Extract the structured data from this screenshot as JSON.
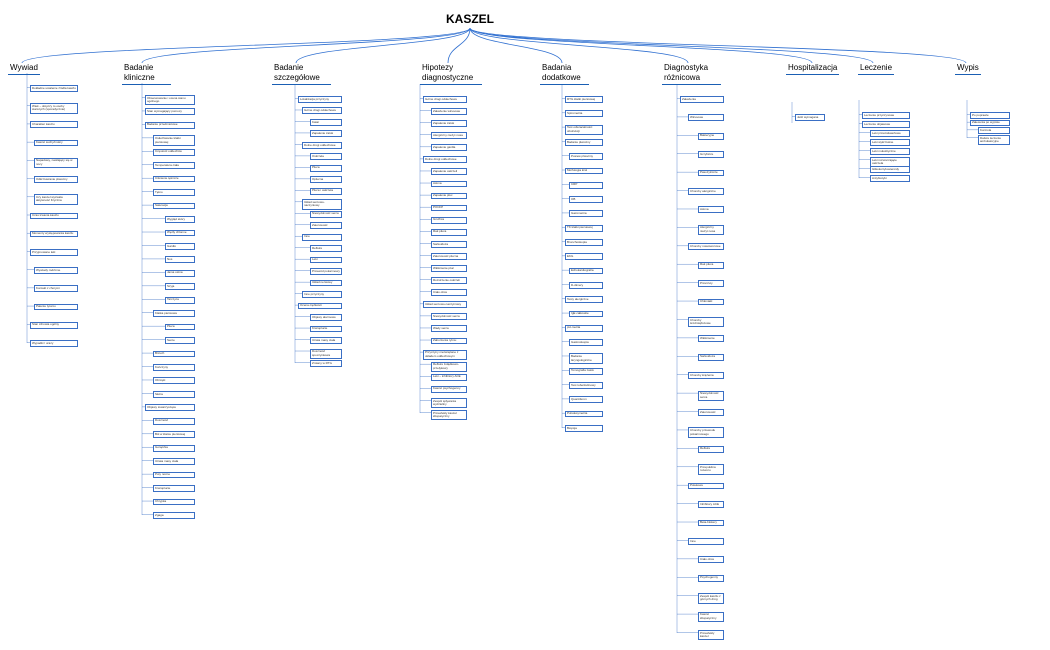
{
  "root": {
    "title": "KASZEL"
  },
  "categories": [
    {
      "label": "Wywiad"
    },
    {
      "label": "Badanie kliniczne"
    },
    {
      "label": "Badanie szczegółowe"
    },
    {
      "label": "Hipotezy diagnostyczne"
    },
    {
      "label": "Badania dodatkowe"
    },
    {
      "label": "Diagnostyka różnicowa"
    },
    {
      "label": "Hospitalizacja"
    },
    {
      "label": "Leczenie"
    },
    {
      "label": "Wypis"
    }
  ],
  "nodes": {
    "wyw": [
      "Dokładne ustalenie źródła kaszlu",
      "Wiek – dotyczy to osoby starszych (sporadycznie)",
      "Charakter kaszlu",
      "Kaszel suchy/mokry",
      "Napadowy, nasilający się w nocy",
      "Odkrztuszanie plwociny",
      "Czy kaszel wyzwala aktywność fizyczna",
      "Czas trwania kaszlu",
      "Momenty występowania kaszlu",
      "Przyjmowane leki",
      "Wywiady rodzinne",
      "Kontakt z chorymi",
      "Palenie tytoniu",
      "Stan zdrowia ogólny",
      "Wypadki / urazy"
    ],
    "kli": [
      "Obserwowanie i ocena stanu ogólnego",
      "Stan wymagający pomocy",
      "Badanie przedmiotowe",
      "Osłuchiwanie klatki piersiowej",
      "Częstość oddechów",
      "Temperatura ciała",
      "Ciśnienie tętnicze",
      "Tętno",
      "Saturacja",
      "Wygląd skóry",
      "Węzły chłonne",
      "Gardło",
      "Nos",
      "Jama ustna",
      "Szyja",
      "Tarczyca",
      "Klatka piersiowa",
      "Płuca",
      "Serce",
      "Brzuch",
      "Kończyny",
      "Obrzęki",
      "Skóra",
      "Objawy towarzyszące",
      "Duszność",
      "Ból w klatce piersiowej",
      "Gorączka",
      "Utrata masy ciała",
      "Poty nocne",
      "Krwioplucie",
      "Chrypka",
      "Zgaga"
    ],
    "szc": [
      "Lokalizacja przyczyny",
      "Górne drogi oddechowe",
      "Katar",
      "Zapalenie zatok",
      "Dolne drogi oddechowe",
      "Oskrzela",
      "Płuca",
      "Opłucna",
      "Płuca i oskrzela",
      "Układ sercowo-naczyniowy",
      "Niewydolność serca",
      "Zatorowość",
      "Inne",
      "Refluks",
      "Leki",
      "Przewód pokarmowy",
      "Układ nerwowy",
      "Inne przyczyny",
      "Ocena ciężkości",
      "Objawy alarmowe",
      "Krwioplucie",
      "Utrata masy ciała",
      "Duszność spoczynkowa",
      "Zmiany w RTG"
    ],
    "hip": [
      "Górne drogi oddechowe",
      "Zakażenie wirusowe",
      "Zapalenie zatok",
      "Alergiczny nieżyt nosa",
      "Zapalenie gardła",
      "Dolne drogi oddechowe",
      "Zapalenie oskrzeli",
      "Astma",
      "Zapalenie płuc",
      "POChP",
      "Gruźlica",
      "Rak płuca",
      "Sarkoidoza",
      "Zatorowość płucna",
      "Włóknienie płuc",
      "Rozstrzenie oskrzeli",
      "Ciało obce",
      "Układ sercowo-naczyniowy",
      "Niewydolność serca",
      "Wady serca",
      "Zaburzenia rytmu",
      "Przyczyny niezwiązane z układem oddechowym",
      "Refluks żołądkowo-przełykowy",
      "Leki – inhibitory ACE",
      "Kaszel psychogenny",
      "Zespół spływania wydzieliny",
      "Przewlekły kaszel idiopatyczny"
    ],
    "bad": [
      "RTG klatki piersiowej",
      "Spirometria",
      "Test odwracalności obstrukcji",
      "Badanie plwociny",
      "Posiew plwociny",
      "Morfologia krwi",
      "CRP",
      "OB",
      "Gazometria",
      "TK klatki piersiowej",
      "Bronchoskopia",
      "EKG",
      "Echokardiografia",
      "D-dimery",
      "Testy alergiczne",
      "IgE całkowite",
      "pH-metria",
      "Gastroskopia",
      "Badanie laryngologiczne",
      "Tomografia zatok",
      "Test tuberkulinowy",
      "Quantiferon",
      "Pulsoksymetria",
      "Biopsja"
    ],
    "roz": [
      "Zakażenia",
      "Wirusowe",
      "Bakteryjne",
      "Grzybicze",
      "Pasożytnicze",
      "Choroby alergiczne",
      "Astma",
      "Alergiczny nieżyt nosa",
      "Choroby nowotworowe",
      "Rak płuca",
      "Przerzuty",
      "Chłoniaki",
      "Choroby śródmiąższowe",
      "Włóknienie",
      "Sarkoidoza",
      "Choroby krążenia",
      "Niewydolność serca",
      "Zatorowość",
      "Choroby przewodu pokarmowego",
      "Refluks",
      "Przepuklina rozworu",
      "Polekowe",
      "Inhibitory ACE",
      "Beta-blokery",
      "Inne",
      "Ciało obce",
      "Psychogenny",
      "Zespół kaszlu z górnych dróg",
      "Kaszel idiopatyczny",
      "Przewlekły kaszel"
    ],
    "hos": [
      "Jeśli wymagana"
    ],
    "lec": [
      "Leczenie przyczynowe",
      "Leczenie objawowe",
      "Leki przeciwkaszlowe",
      "Leki wykrztuśne",
      "Leki mukolityczne",
      "Leki rozszerzające oskrzela",
      "Glikokortykosteroidy",
      "Antybiotyki"
    ],
    "wyp": [
      "Po poprawie",
      "Zalecenia po wypisie",
      "Kontrola",
      "Dalsze leczenie ambulatoryjne"
    ]
  }
}
